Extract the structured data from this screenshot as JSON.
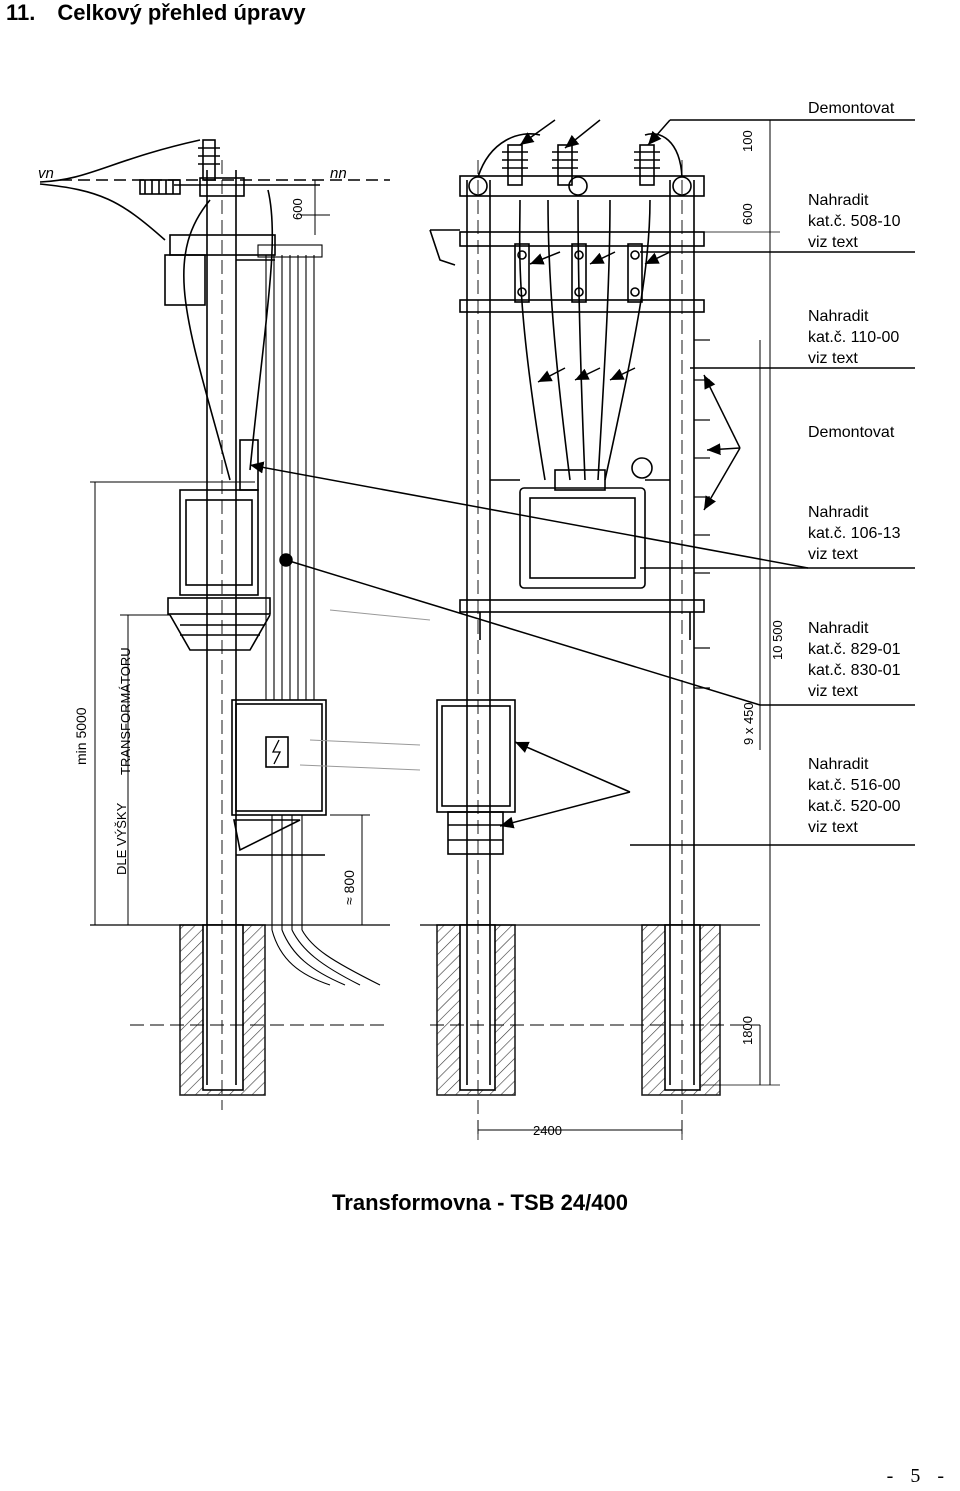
{
  "header": {
    "number": "11.",
    "title": "Celkový přehled úpravy"
  },
  "callouts": [
    {
      "lines": [
        "Demontovat"
      ]
    },
    {
      "lines": [
        "Nahradit",
        "kat.č. 508-10",
        "viz text"
      ]
    },
    {
      "lines": [
        "Nahradit",
        "kat.č. 110-00",
        "viz text"
      ]
    },
    {
      "lines": [
        "Demontovat"
      ]
    },
    {
      "lines": [
        "Nahradit",
        "kat.č. 106-13",
        "viz text"
      ]
    },
    {
      "lines": [
        "Nahradit",
        "kat.č. 829-01",
        "kat.č. 830-01",
        "viz text"
      ]
    },
    {
      "lines": [
        "Nahradit",
        "kat.č. 516-00",
        "kat.č. 520-00",
        "viz text"
      ]
    }
  ],
  "drawing_labels": {
    "vn": "vn",
    "nn": "nn",
    "dim_600_a": "600",
    "dim_100": "100",
    "dim_600_b": "600",
    "dim_10500": "10 500",
    "dim_9x450": "9 x 450",
    "dim_min5000": "min 5000",
    "dim_transformatoru": "TRANSFORMÁTORU",
    "dim_dle_vysky": "DLE VÝŠKY",
    "dim_800": "≈ 800",
    "dim_1800": "1800",
    "dim_2400": "2400"
  },
  "caption": "Transformovna - TSB 24/400",
  "page_number": "- 5 -",
  "colors": {
    "ink": "#000000",
    "paper": "#ffffff",
    "faint": "#555555"
  }
}
